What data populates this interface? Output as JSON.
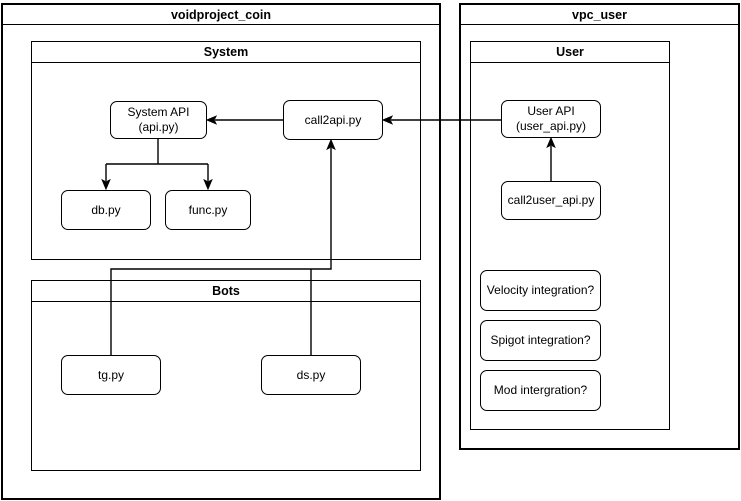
{
  "diagram": {
    "containers": {
      "voidproject_coin": {
        "title": "voidproject_coin"
      },
      "vpc_user": {
        "title": "vpc_user"
      },
      "system": {
        "title": "System"
      },
      "user": {
        "title": "User"
      },
      "bots": {
        "title": "Bots"
      }
    },
    "nodes": {
      "system_api": {
        "line1": "System API",
        "line2": "(api.py)"
      },
      "call2api": {
        "label": "call2api.py"
      },
      "db": {
        "label": "db.py"
      },
      "func": {
        "label": "func.py"
      },
      "tg": {
        "label": "tg.py"
      },
      "ds": {
        "label": "ds.py"
      },
      "user_api": {
        "line1": "User API",
        "line2": "(user_api.py)"
      },
      "call2user_api": {
        "label": "call2user_api.py"
      },
      "velocity": {
        "label": "Velocity integration?"
      },
      "spigot": {
        "label": "Spigot integration?"
      },
      "mod": {
        "label": "Mod intergration?"
      }
    },
    "edges": [
      {
        "from": "call2api.py",
        "to": "System API (api.py)",
        "style": "arrow"
      },
      {
        "from": "User API (user_api.py)",
        "to": "call2api.py",
        "style": "arrow"
      },
      {
        "from": "System API (api.py)",
        "to": "db.py",
        "style": "arrow"
      },
      {
        "from": "System API (api.py)",
        "to": "func.py",
        "style": "arrow"
      },
      {
        "from": "tg.py",
        "to": "call2api.py",
        "style": "arrow"
      },
      {
        "from": "ds.py",
        "to": "call2api.py",
        "style": "arrow"
      },
      {
        "from": "call2user_api.py",
        "to": "User API (user_api.py)",
        "style": "arrow"
      }
    ],
    "colors": {
      "line": "#000000",
      "fill": "#ffffff",
      "text": "#000000"
    }
  }
}
